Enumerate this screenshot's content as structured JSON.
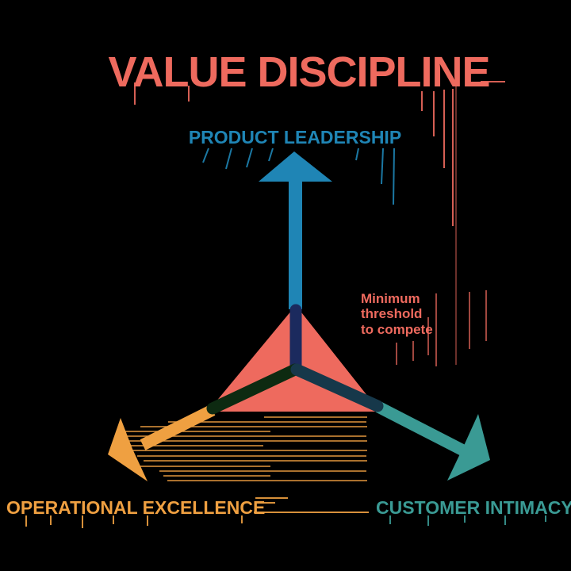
{
  "title": "VALUE DISCIPLINE",
  "colors": {
    "background": "#000000",
    "salmon": "#ee6a5e",
    "blue": "#1f85b5",
    "navy": "#1b2a5e",
    "orange": "#efa041",
    "dark_green": "#0d2a11",
    "teal": "#3a9a94",
    "dark_teal": "#16384a"
  },
  "axes": {
    "product_leadership": {
      "label": "PRODUCT LEADERSHIP"
    },
    "operational_excellence": {
      "label": "OPERATIONAL EXCELLENCE"
    },
    "customer_intimacy": {
      "label": "CUSTOMER INTIMACY"
    }
  },
  "annotation": {
    "lines": [
      "Minimum",
      "threshold",
      "to compete"
    ]
  }
}
